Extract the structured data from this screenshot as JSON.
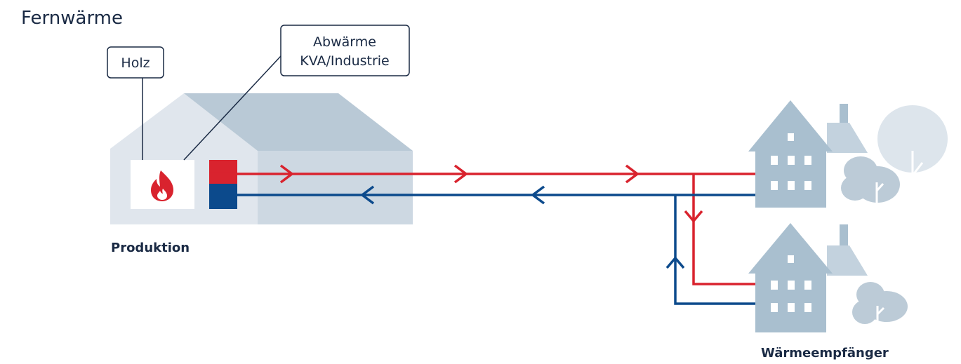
{
  "title": "Fernwärme",
  "sources": {
    "holz": "Holz",
    "abwaerme_line1": "Abwärme",
    "abwaerme_line2": "KVA/Industrie"
  },
  "labels": {
    "produktion": "Produktion",
    "empfaenger": "Wärmeempfänger"
  },
  "icons": {
    "fire": "fire-icon",
    "arrow": "chevron-arrow-icon"
  },
  "colors": {
    "supply": "#d9232e",
    "return": "#0c4a8c",
    "building_light": "#d8e0e8",
    "building_mid": "#c4d2de",
    "house": "#a9bfcf",
    "tree": "#c8d6e0",
    "text": "#1a2a44"
  }
}
